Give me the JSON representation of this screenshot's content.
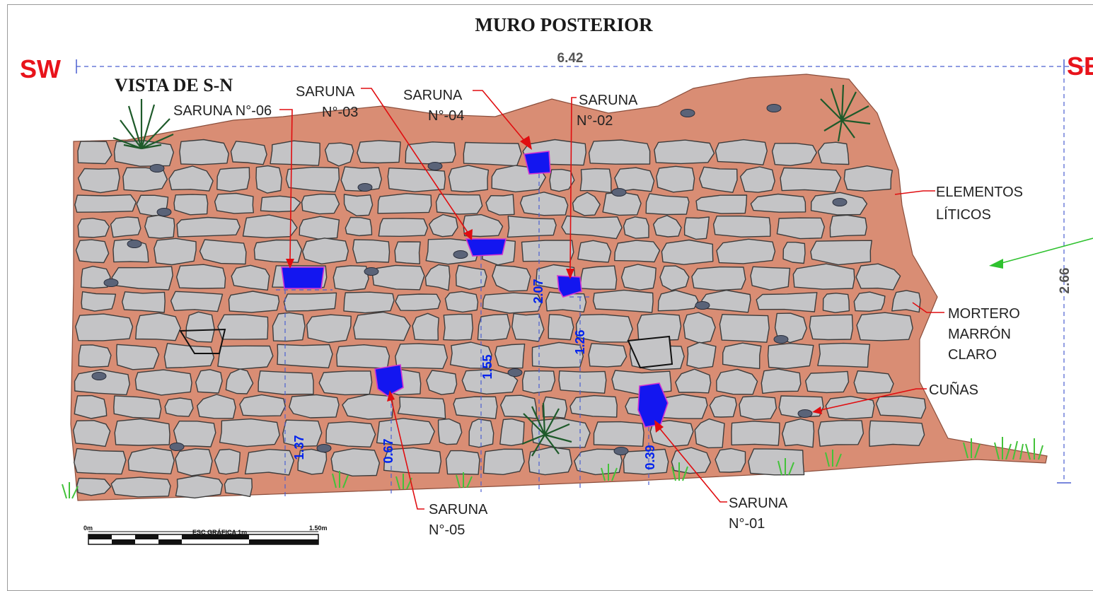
{
  "title": "MURO POSTERIOR",
  "view_label": "VISTA DE S-N",
  "compass": {
    "left": "SW",
    "right": "SE"
  },
  "dimensions": {
    "width": "6.42",
    "height": "2.66"
  },
  "sarunas": [
    {
      "id": "n06",
      "label_line1": "SARUNA N°-06",
      "label_line2": "",
      "height": "1.37"
    },
    {
      "id": "n03",
      "label_line1": "SARUNA",
      "label_line2": "N°-03",
      "height": "1.55"
    },
    {
      "id": "n04",
      "label_line1": "SARUNA",
      "label_line2": "N°-04",
      "height": "2.07"
    },
    {
      "id": "n02",
      "label_line1": "SARUNA",
      "label_line2": "N°-02",
      "height": "1.26"
    },
    {
      "id": "n05",
      "label_line1": "SARUNA",
      "label_line2": "N°-05",
      "height": "0.67"
    },
    {
      "id": "n01",
      "label_line1": "SARUNA",
      "label_line2": "N°-01",
      "height": "0.39"
    }
  ],
  "legend": {
    "elementos": [
      "ELEMENTOS",
      "LÍTICOS"
    ],
    "mortero": [
      "MORTERO",
      "MARRÓN",
      "CLARO"
    ],
    "cunas": "CUÑAS"
  },
  "scale_bar": {
    "start": "0m",
    "middle": "ESC GRÁFICA 1m",
    "end": "1.50m"
  },
  "colors": {
    "mortar": "#d98d74",
    "stone": "#c4c4c6",
    "saruna": "#1316f0",
    "leader": "#e00d10",
    "compass": "#e8131b",
    "dimension": "#0022ee"
  }
}
